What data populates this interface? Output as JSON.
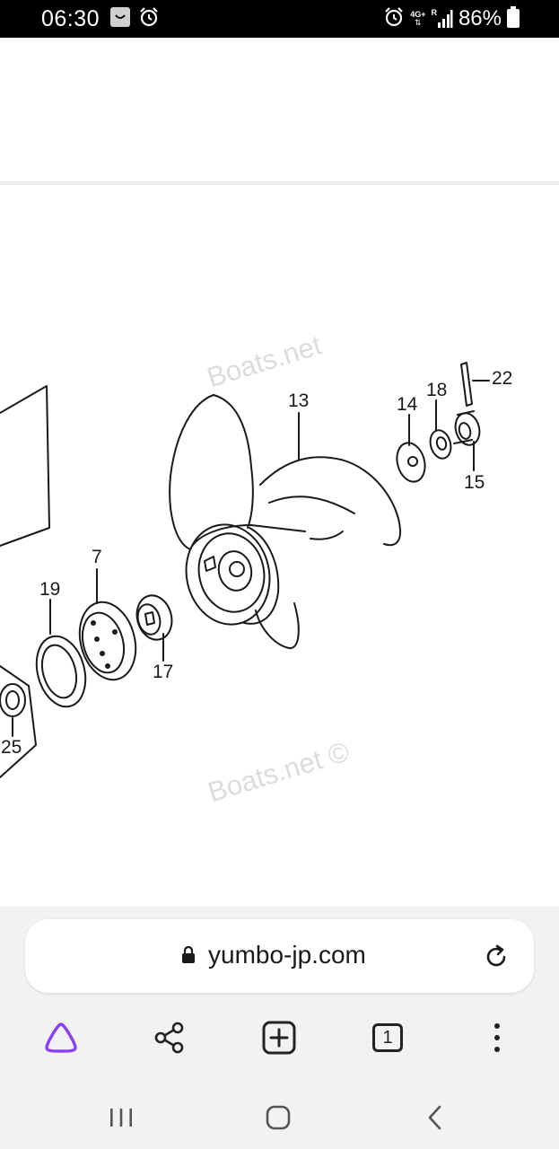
{
  "status_bar": {
    "time": "06:30",
    "network": "4G+",
    "roaming": "R",
    "battery": "86%",
    "icons": [
      "smiley-notification-icon",
      "alarm-icon",
      "alarm-icon",
      "signal-icon",
      "battery-icon"
    ]
  },
  "diagram": {
    "watermark_top": "Boats.net",
    "watermark_bottom": "Boats.net ©",
    "callouts": {
      "p13": "13",
      "p14": "14",
      "p18": "18",
      "p22": "22",
      "p15": "15",
      "p7": "7",
      "p19": "19",
      "p17": "17",
      "p25": "25"
    }
  },
  "browser": {
    "url": "yumbo-jp.com",
    "tabs_count": "1",
    "icons": [
      "lock-icon",
      "reload-icon",
      "assistant-icon",
      "share-icon",
      "new-tab-icon",
      "tabs-icon",
      "more-icon"
    ]
  },
  "nav_bar": {
    "icons": [
      "recent-apps-icon",
      "home-icon",
      "back-icon"
    ]
  },
  "colors": {
    "status_bar_bg": "#000000",
    "browser_bg": "#f2f2f4",
    "assistant_accent": "#8a3ffc"
  }
}
